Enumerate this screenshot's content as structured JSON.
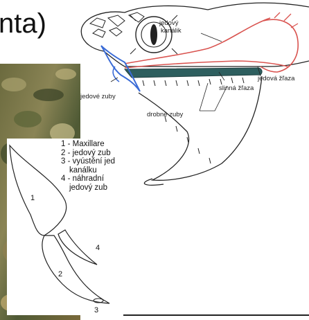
{
  "title": "nta)",
  "head_labels": {
    "venom_canal_line1": "jedový",
    "venom_canal_line2": "kanálik",
    "venom_gland": "jedová žľaza",
    "salivary_gland": "slinná žľaza",
    "venom_fangs": "jedové zuby",
    "small_teeth": "drobné zuby"
  },
  "legend": [
    "1 - Maxillare",
    "2 - jedový zub",
    "3 - vyústění jed",
    "kanálku",
    "4 - náhradní",
    "jedový zub"
  ],
  "fang_numbers": [
    "1",
    "2",
    "3",
    "4"
  ],
  "colors": {
    "venom_canal": "#d9534f",
    "salivary_gland": "#2e5f5f",
    "fangs": "#3a6bd6",
    "outline": "#222222"
  }
}
